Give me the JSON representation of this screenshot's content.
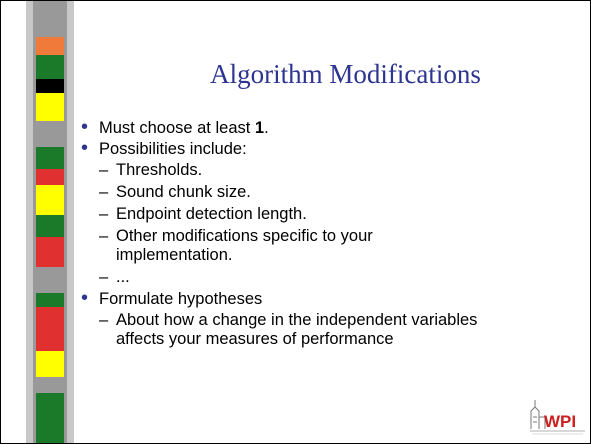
{
  "slide": {
    "title": "Algorithm Modifications",
    "bullets": [
      {
        "prefix": "Must choose at least ",
        "bold": "1",
        "suffix": "."
      },
      {
        "text": "Possibilities include:"
      },
      {
        "text": "Formulate hypotheses"
      }
    ],
    "sub_items": [
      "Thresholds.",
      "Sound chunk size.",
      "Endpoint detection length.",
      "Other modifications specific to your implementation.",
      "...",
      "About how a change in the independent variables affects your measures of performance"
    ],
    "dash_glyph": "–",
    "bullet_glyph": "•",
    "logo_text": "WPI"
  },
  "colors": {
    "title": "#2d3590",
    "bullet": "#2d3590",
    "strip_outer": "#c8c8c8",
    "strip_inner": "#999999",
    "logo_red": "#cc2020"
  }
}
